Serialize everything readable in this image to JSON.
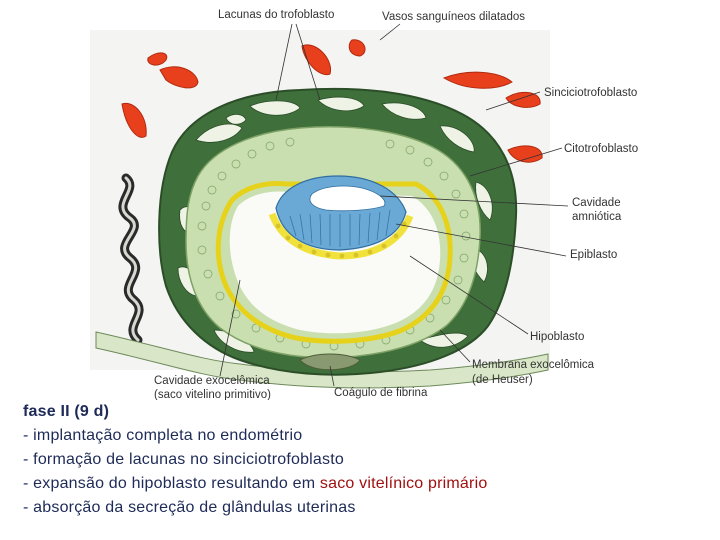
{
  "figure": {
    "labels": {
      "lacunas": "Lacunas do trofoblasto",
      "vasos": "Vasos sanguíneos dilatados",
      "sincicio": "Sinciciotrofoblasto",
      "cito": "Citotrofoblasto",
      "cavidade_amniotica_1": "Cavidade",
      "cavidade_amniotica_2": "amniótica",
      "epiblasto": "Epiblasto",
      "hipoblasto": "Hipoblasto",
      "membrana_1": "Membrana exocelômica",
      "membrana_2": "(de Heuser)",
      "exocelomica_1": "Cavidade exocelômica",
      "exocelomica_2": "(saco vitelino primitivo)",
      "coagulo": "Coágulo de fibrina"
    },
    "colors": {
      "syncytio": "#3f6f3a",
      "cyto": "#c9dfb0",
      "vessel": "#e8401c",
      "amnion": "#6aa9d6",
      "hypoblast": "#f0e23a",
      "epithelium": "#d9e6c8",
      "gland": "#2a2a2a"
    }
  },
  "caption": {
    "title": "fase II (9 d)",
    "line1": "- implantação completa no endométrio",
    "line2": "- formação de lacunas no sinciciotrofoblasto",
    "line3_prefix": "- expansão do hipoblasto resultando em ",
    "line3_highlight": "saco vitelínico primário",
    "line4": "- absorção da secreção de glândulas uterinas"
  }
}
